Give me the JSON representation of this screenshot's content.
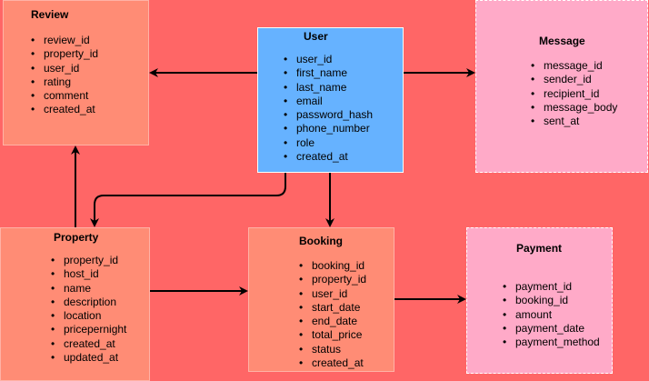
{
  "entities": {
    "review": {
      "title": "Review",
      "fields": [
        "review_id",
        "property_id",
        "user_id",
        "rating",
        "comment",
        "created_at"
      ]
    },
    "user": {
      "title": "User",
      "fields": [
        "user_id",
        "first_name",
        "last_name",
        "email",
        "password_hash",
        "phone_number",
        "role",
        "created_at"
      ]
    },
    "message": {
      "title": "Message",
      "fields": [
        "message_id",
        "sender_id",
        "recipient_id",
        "message_body",
        "sent_at"
      ]
    },
    "property": {
      "title": "Property",
      "fields": [
        "property_id",
        "host_id",
        "name",
        "description",
        "location",
        "pricepernight",
        "created_at",
        "updated_at"
      ]
    },
    "booking": {
      "title": "Booking",
      "fields": [
        "booking_id",
        "property_id",
        "user_id",
        "start_date",
        "end_date",
        "total_price",
        "status",
        "created_at"
      ]
    },
    "payment": {
      "title": "Payment",
      "fields": [
        "payment_id",
        "booking_id",
        "amount",
        "payment_date",
        "payment_method"
      ]
    }
  },
  "colors": {
    "background": "#ff6666",
    "entity_salmon": "#ff8c75",
    "entity_blue": "#66b2ff",
    "entity_pink": "#ffaac8",
    "edge": "#000000"
  }
}
